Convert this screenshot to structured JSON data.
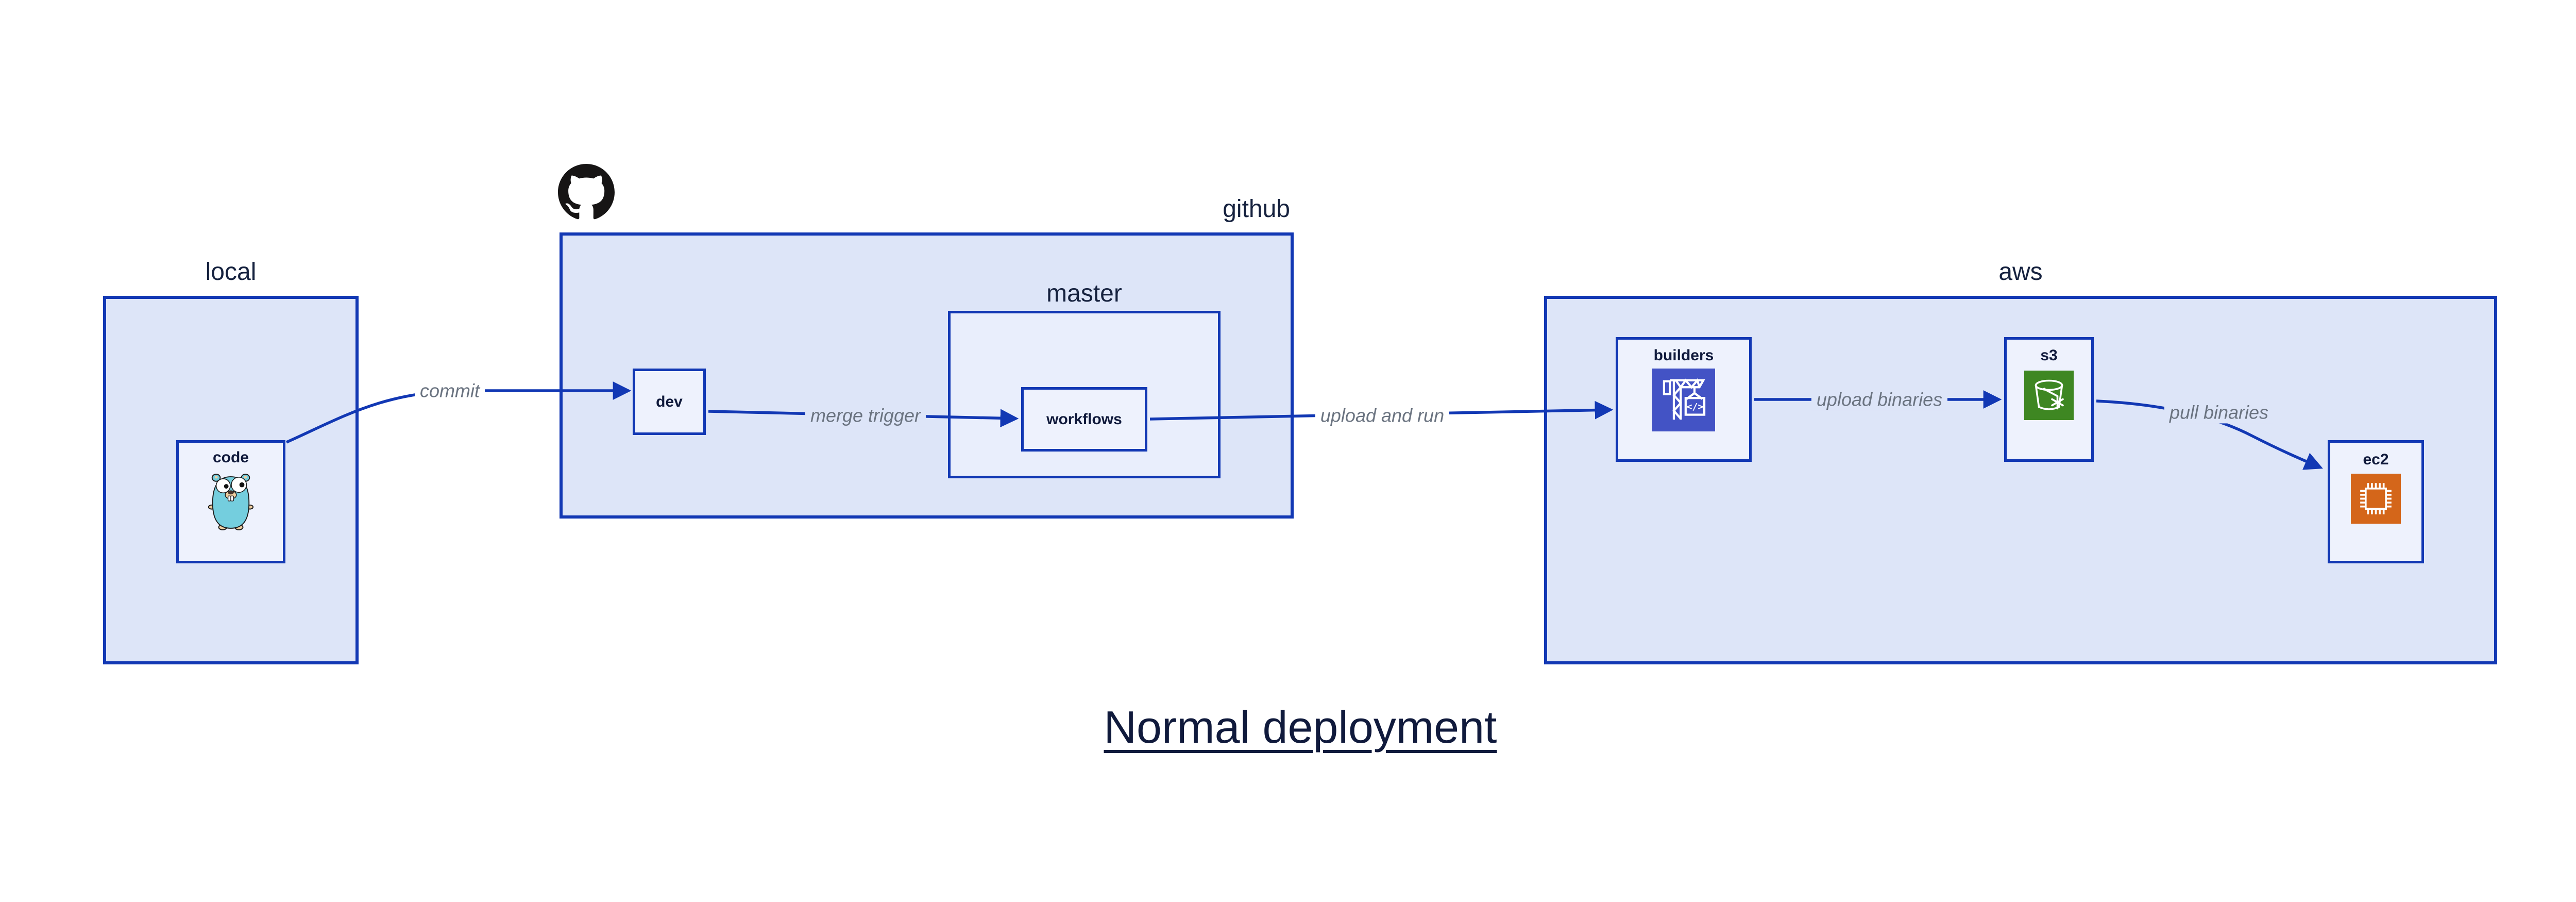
{
  "title": "Normal deployment",
  "colors": {
    "canvas_bg": "#ffffff",
    "container_fill": "#dde5f8",
    "master_fill": "#e9eefc",
    "node_fill": "#eef2fd",
    "border_and_arrow_blue": "#1238b4",
    "label_navy": "#101a3c",
    "edge_label_gray": "#6a7380",
    "builders_icon_bg": "#4353c5",
    "s3_icon_bg": "#3e8722",
    "ec2_icon_bg": "#d4661a",
    "github_logo_black": "#171515",
    "gopher_teal": "#74cede"
  },
  "containers": {
    "local": {
      "label": "local"
    },
    "github": {
      "label": "github"
    },
    "master": {
      "label": "master"
    },
    "aws": {
      "label": "aws"
    }
  },
  "nodes": {
    "code": {
      "label": "code",
      "icon": "go-gopher-icon"
    },
    "dev": {
      "label": "dev"
    },
    "workflows": {
      "label": "workflows"
    },
    "builders": {
      "label": "builders",
      "icon": "codebuild-crane-icon",
      "icon_glyph": "</>"
    },
    "s3": {
      "label": "s3",
      "icon": "s3-bucket-snowflake-icon"
    },
    "ec2": {
      "label": "ec2",
      "icon": "ec2-chip-icon"
    }
  },
  "edges": {
    "commit": {
      "label": "commit",
      "from": "code",
      "to": "dev"
    },
    "merge_trigger": {
      "label": "merge trigger",
      "from": "dev",
      "to": "workflows"
    },
    "upload_and_run": {
      "label": "upload and run",
      "from": "workflows",
      "to": "builders"
    },
    "upload_binaries": {
      "label": "upload binaries",
      "from": "builders",
      "to": "s3"
    },
    "pull_binaries": {
      "label": "pull binaries",
      "from": "s3",
      "to": "ec2"
    }
  },
  "logo": {
    "icon": "github-octocat-icon"
  }
}
